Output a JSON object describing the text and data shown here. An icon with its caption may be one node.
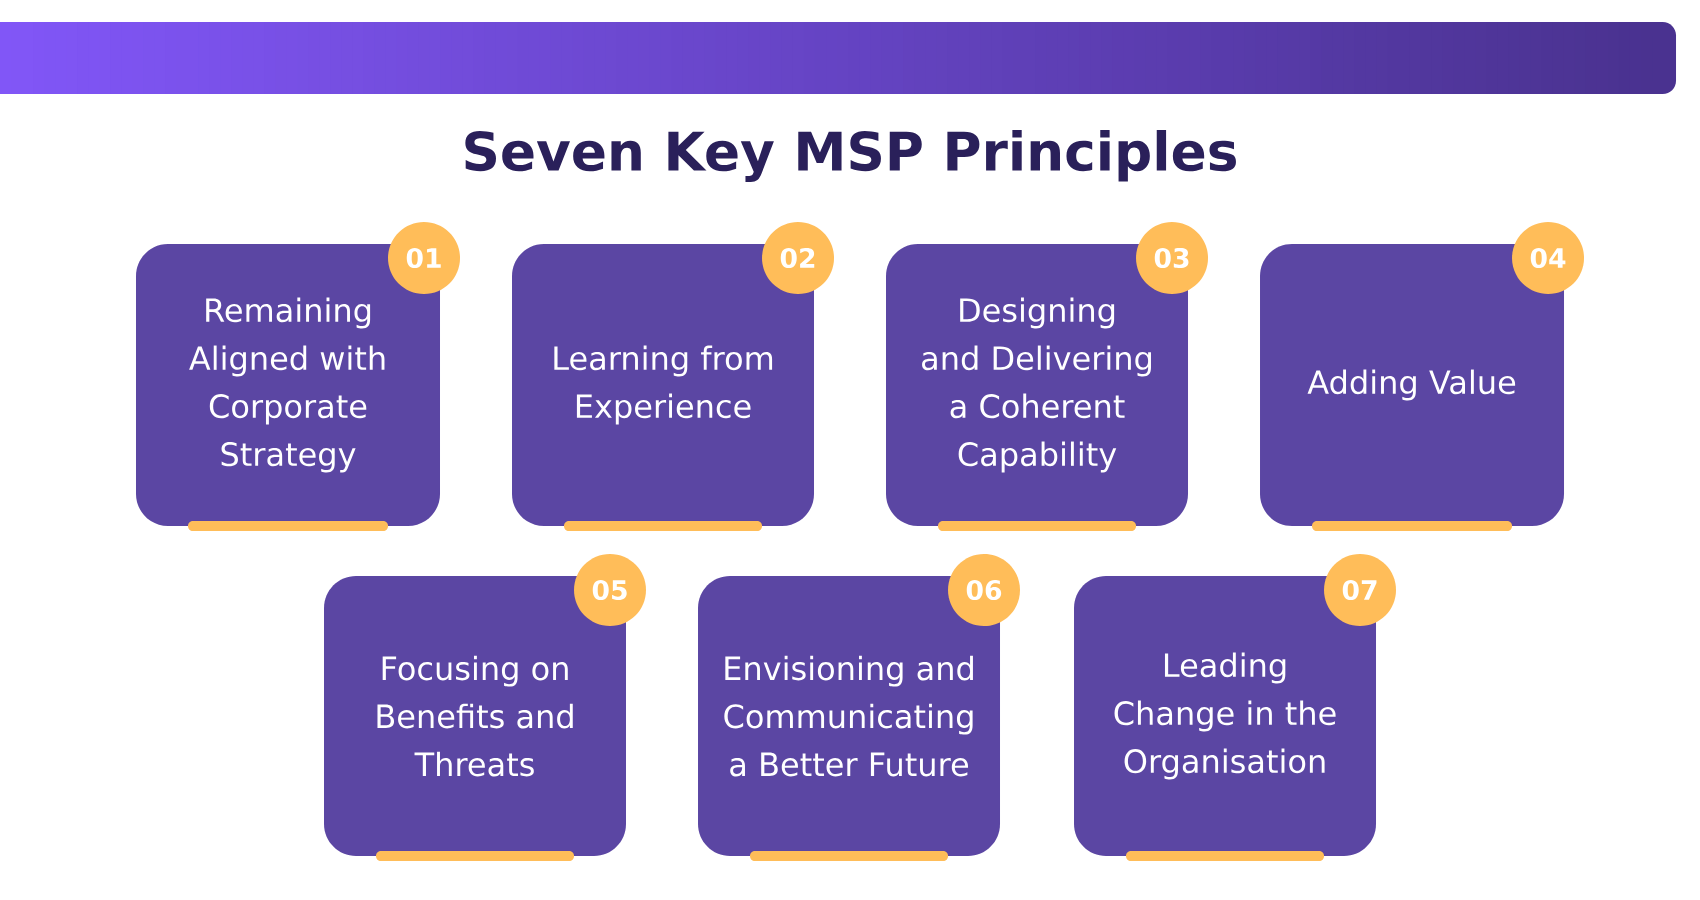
{
  "diagram": {
    "title": "Seven Key MSP Principles",
    "nodes": [
      {
        "text": [
          "Remaining Aligned with Corporate Strategy"
        ]
      },
      {
        "text": [
          "01"
        ]
      },
      {
        "text": [
          "Learning from Experience"
        ]
      },
      {
        "text": [
          "02"
        ]
      },
      {
        "text": [
          "Designing and Delivering a Coherent Capability"
        ]
      },
      {
        "text": [
          "03"
        ]
      },
      {
        "text": [
          "Adding Value"
        ]
      },
      {
        "text": [
          "04"
        ]
      },
      {
        "text": [
          "Focusing on Benefits and Threats"
        ]
      },
      {
        "text": [
          "05"
        ]
      },
      {
        "text": [
          "Envisioning and Communicating a Better Future"
        ]
      },
      {
        "text": [
          "06"
        ]
      },
      {
        "text": [
          "Leading Change in the Organisation"
        ]
      },
      {
        "text": [
          "07"
        ]
      }
    ]
  }
}
